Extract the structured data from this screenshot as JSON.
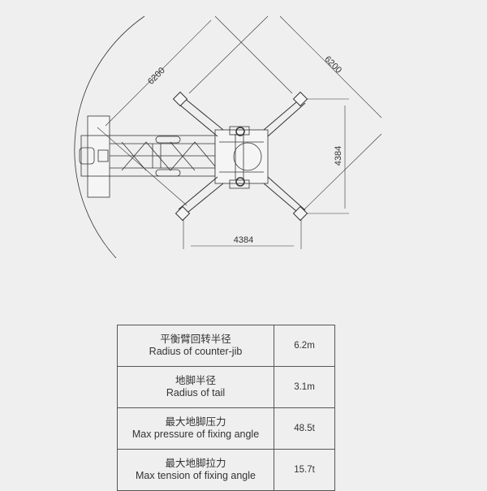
{
  "diagram": {
    "dimensions": {
      "counter_jib_radius": "6200",
      "tail_radius": "6200",
      "leg_span_vertical": "4384",
      "leg_span_horizontal": "4384"
    }
  },
  "table": {
    "rows": [
      {
        "label_zh": "平衡臂回转半径",
        "label_en": "Radius of counter-jib",
        "value": "6.2m"
      },
      {
        "label_zh": "地脚半径",
        "label_en": "Radius of tail",
        "value": "3.1m"
      },
      {
        "label_zh": "最大地脚压力",
        "label_en": "Max pressure of fixing angle",
        "value": "48.5t"
      },
      {
        "label_zh": "最大地脚拉力",
        "label_en": "Max tension of fixing angle",
        "value": "15.7t"
      }
    ]
  }
}
